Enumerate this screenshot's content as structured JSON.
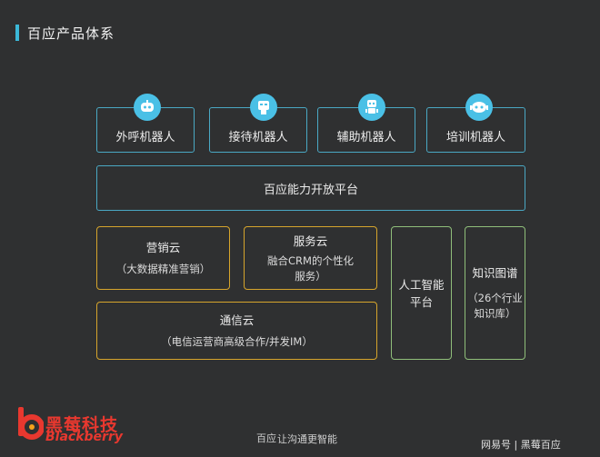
{
  "header": {
    "title": "百应产品体系"
  },
  "robots": [
    {
      "label": "外呼机器人",
      "icon": "robot-icon"
    },
    {
      "label": "接待机器人",
      "icon": "robot-icon"
    },
    {
      "label": "辅助机器人",
      "icon": "robot-icon"
    },
    {
      "label": "培训机器人",
      "icon": "robot-icon"
    }
  ],
  "platform": {
    "label": "百应能力开放平台"
  },
  "clouds": {
    "marketing": {
      "title": "营销云",
      "sub": "（大数据精准营销）"
    },
    "service": {
      "title": "服务云",
      "sub1": "融合CRM的个性化",
      "sub2": "服务）"
    },
    "communication": {
      "title": "通信云",
      "sub": "（电信运营商高级合作/并发IM）"
    },
    "ai": {
      "title1": "人工智能",
      "title2": "平台"
    },
    "knowledge": {
      "title": "知识图谱",
      "sub1": "（26个行业",
      "sub2": "知识库）"
    }
  },
  "footer": {
    "logo_cn": "黑莓科技",
    "logo_en": "Blackberry",
    "slogan_mark": "百应",
    "slogan": "让沟通更智能",
    "watermark": "网易号 | 黑莓百应"
  },
  "colors": {
    "background": "#2f3031",
    "accent_blue": "#4aa8c4",
    "accent_yellow": "#d6a52c",
    "accent_green": "#8fbf7a",
    "logo_red": "#e8382f"
  }
}
